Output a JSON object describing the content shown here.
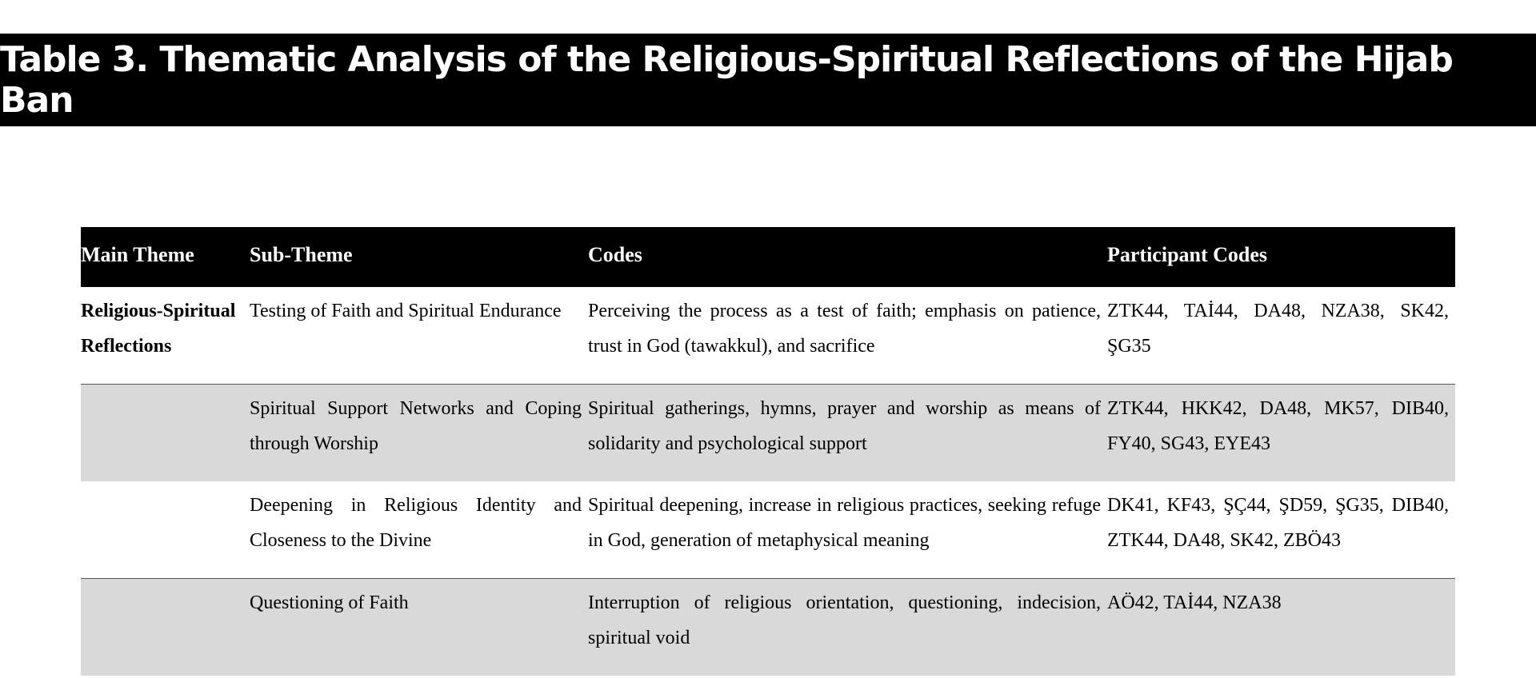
{
  "title": "Table 3. Thematic Analysis of the Religious-Spiritual Reflections of the Hijab Ban",
  "headers": [
    "Main Theme",
    "Sub-Theme",
    "Codes",
    "Participant Codes"
  ],
  "rows": [
    {
      "main": "Religious-Spiritual Reflections",
      "sub": "Testing of Faith and Spiritual Endurance",
      "codes": "Perceiving the process as a test of faith; emphasis on patience, trust in God (tawakkul), and sacrifice",
      "participants": "ZTK44, TAİ44, DA48, NZA38, SK42, ŞG35"
    },
    {
      "main": "",
      "sub": "Spiritual Support Networks and Coping through Worship",
      "codes": "Spiritual gatherings, hymns, prayer and worship as means of solidarity and psychological support",
      "participants": "ZTK44, HKK42, DA48, MK57, DIB40, FY40, SG43, EYE43"
    },
    {
      "main": "",
      "sub": "Deepening in Religious Identity and Closeness to the Divine",
      "codes": "Spiritual deepening, increase in religious practices, seeking refuge in God, generation of metaphysical meaning",
      "participants": "DK41, KF43, ŞÇ44, ŞD59, ŞG35, DIB40, ZTK44, DA48, SK42, ZBÖ43"
    },
    {
      "main": "",
      "sub": "Questioning of Faith",
      "codes": "Interruption of religious orientation, questioning, indecision, spiritual void",
      "participants": "AÖ42, TAİ44, NZA38"
    }
  ]
}
